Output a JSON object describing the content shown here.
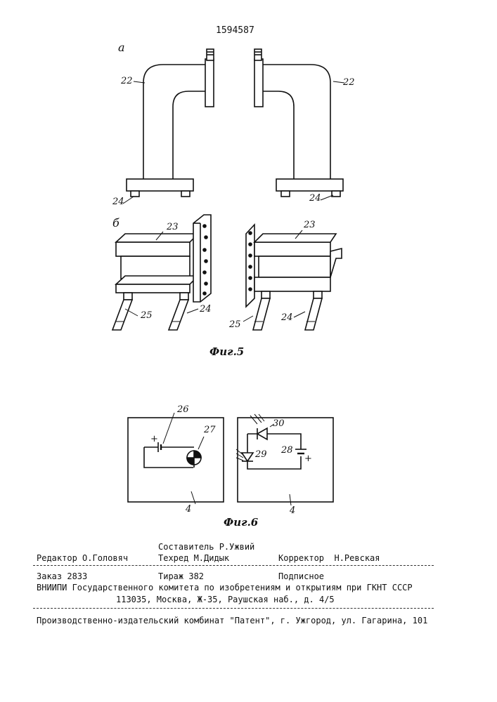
{
  "header": {
    "patent_number": "1594587"
  },
  "figure5": {
    "view_a": "а",
    "view_b": "б",
    "labels": {
      "left_22": "22",
      "right_22": "22",
      "left_24_top": "24",
      "right_24_top": "24",
      "left_23": "23",
      "right_23": "23",
      "left_25": "25",
      "left_24_bottom": "24",
      "right_25": "25",
      "right_24_bottom": "24"
    },
    "caption": "Фиг.5"
  },
  "figure6": {
    "labels": {
      "battery": "26",
      "lamp": "27",
      "diode_top": "30",
      "diode_left": "29",
      "battery_right": "28",
      "left_panel": "4",
      "right_panel": "4",
      "plus_left": "+",
      "plus_right": "+"
    },
    "caption": "Фиг.6"
  },
  "imprint": {
    "editor": "Редактор О.Головяч",
    "compiler": "Составитель Р.Ужвий",
    "techred": "Техред М.Дидык",
    "corrector": "Корректор  Н.Ревская",
    "order": "Заказ 2833",
    "circulation": "Тираж 382",
    "subscription": "Подписное",
    "vniipi_line": "ВНИИПИ Государственного комитета по изобретениям и открытиям при ГКНТ СССР",
    "address": "113035, Москва, Ж-35, Раушская наб., д. 4/5",
    "publisher": "Производственно-издательский комбинат \"Патент\", г. Ужгород, ул. Гагарина, 101"
  }
}
